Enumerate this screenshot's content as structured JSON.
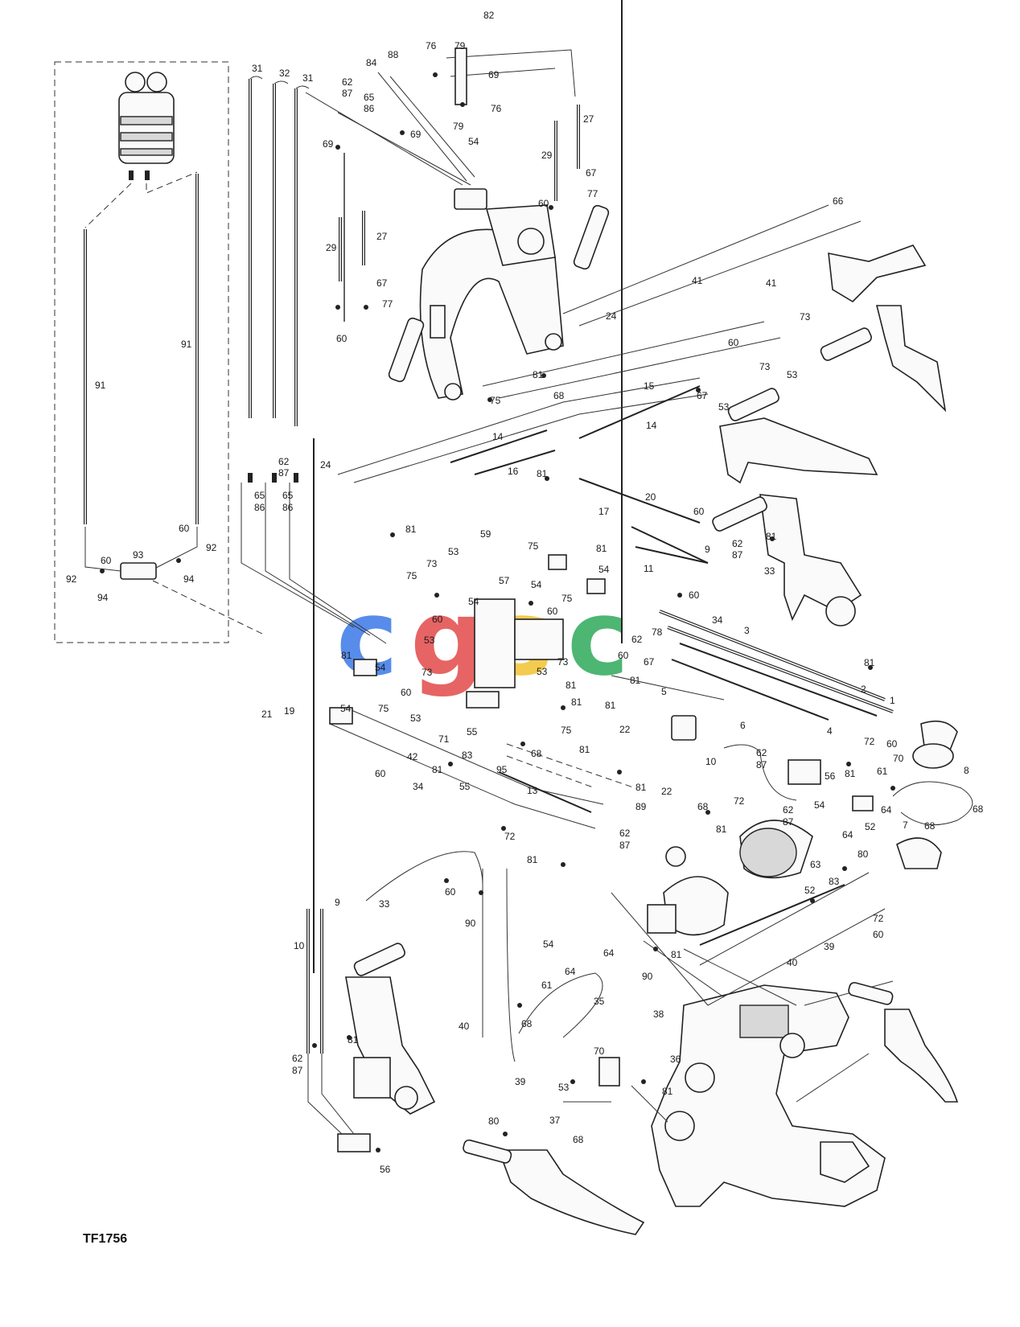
{
  "figure_id": "TF1756",
  "watermark": {
    "letters": [
      "c",
      "g",
      "s",
      "c"
    ],
    "colors": [
      "#3b78e7",
      "#e24a4a",
      "#f2c230",
      "#2faa5a"
    ]
  },
  "callouts": [
    {
      "id": "c82",
      "text": "82"
    },
    {
      "id": "c76a",
      "text": "76"
    },
    {
      "id": "c79a",
      "text": "79"
    },
    {
      "id": "c84",
      "text": "84"
    },
    {
      "id": "c88",
      "text": "88"
    },
    {
      "id": "c69a",
      "text": "69"
    },
    {
      "id": "c76b",
      "text": "76"
    },
    {
      "id": "c79b",
      "text": "79"
    },
    {
      "id": "c31a",
      "text": "31"
    },
    {
      "id": "c32",
      "text": "32"
    },
    {
      "id": "c31b",
      "text": "31"
    },
    {
      "id": "c62a",
      "text": "62"
    },
    {
      "id": "c87a",
      "text": "87"
    },
    {
      "id": "c65a",
      "text": "65"
    },
    {
      "id": "c86a",
      "text": "86"
    },
    {
      "id": "c69b",
      "text": "69"
    },
    {
      "id": "c69c",
      "text": "69"
    },
    {
      "id": "c54a",
      "text": "54"
    },
    {
      "id": "c27a",
      "text": "27"
    },
    {
      "id": "c29a",
      "text": "29"
    },
    {
      "id": "c67a",
      "text": "67"
    },
    {
      "id": "c77a",
      "text": "77"
    },
    {
      "id": "c60a",
      "text": "60"
    },
    {
      "id": "c29b",
      "text": "29"
    },
    {
      "id": "c27b",
      "text": "27"
    },
    {
      "id": "c67b",
      "text": "67"
    },
    {
      "id": "c77b",
      "text": "77"
    },
    {
      "id": "c60b",
      "text": "60"
    },
    {
      "id": "c66",
      "text": "66"
    },
    {
      "id": "c41a",
      "text": "41"
    },
    {
      "id": "c41b",
      "text": "41"
    },
    {
      "id": "c24a",
      "text": "24"
    },
    {
      "id": "c73a",
      "text": "73"
    },
    {
      "id": "c60c",
      "text": "60"
    },
    {
      "id": "c73b",
      "text": "73"
    },
    {
      "id": "c53a",
      "text": "53"
    },
    {
      "id": "c81a",
      "text": "81"
    },
    {
      "id": "c75a",
      "text": "75"
    },
    {
      "id": "c68a",
      "text": "68"
    },
    {
      "id": "c15",
      "text": "15"
    },
    {
      "id": "c67c",
      "text": "67"
    },
    {
      "id": "c53b",
      "text": "53"
    },
    {
      "id": "c14a",
      "text": "14"
    },
    {
      "id": "c14b",
      "text": "14"
    },
    {
      "id": "c16",
      "text": "16"
    },
    {
      "id": "c24b",
      "text": "24"
    },
    {
      "id": "c81b",
      "text": "81"
    },
    {
      "id": "c20",
      "text": "20"
    },
    {
      "id": "c17",
      "text": "17"
    },
    {
      "id": "c60d",
      "text": "60"
    },
    {
      "id": "c9a",
      "text": "9"
    },
    {
      "id": "c62b",
      "text": "62"
    },
    {
      "id": "c87b",
      "text": "87"
    },
    {
      "id": "c11",
      "text": "11"
    },
    {
      "id": "c81c",
      "text": "81"
    },
    {
      "id": "c33a",
      "text": "33"
    },
    {
      "id": "c91a",
      "text": "91"
    },
    {
      "id": "c91b",
      "text": "91"
    },
    {
      "id": "c60e",
      "text": "60"
    },
    {
      "id": "c92a",
      "text": "92"
    },
    {
      "id": "c93",
      "text": "93"
    },
    {
      "id": "c60f",
      "text": "60"
    },
    {
      "id": "c92b",
      "text": "92"
    },
    {
      "id": "c94a",
      "text": "94"
    },
    {
      "id": "c94b",
      "text": "94"
    },
    {
      "id": "c65b",
      "text": "65"
    },
    {
      "id": "c86b",
      "text": "86"
    },
    {
      "id": "c62c",
      "text": "62"
    },
    {
      "id": "c87c",
      "text": "87"
    },
    {
      "id": "c65c",
      "text": "65"
    },
    {
      "id": "c86c",
      "text": "86"
    },
    {
      "id": "c81d",
      "text": "81"
    },
    {
      "id": "c59",
      "text": "59"
    },
    {
      "id": "c75b",
      "text": "75"
    },
    {
      "id": "c81e",
      "text": "81"
    },
    {
      "id": "c53c",
      "text": "53"
    },
    {
      "id": "c73c",
      "text": "73"
    },
    {
      "id": "c75c",
      "text": "75"
    },
    {
      "id": "c57",
      "text": "57"
    },
    {
      "id": "c54b",
      "text": "54"
    },
    {
      "id": "c54c",
      "text": "54"
    },
    {
      "id": "c75d",
      "text": "75"
    },
    {
      "id": "c54d",
      "text": "54"
    },
    {
      "id": "c60g",
      "text": "60"
    },
    {
      "id": "c60h",
      "text": "60"
    },
    {
      "id": "c60i",
      "text": "60"
    },
    {
      "id": "c34a",
      "text": "34"
    },
    {
      "id": "c3",
      "text": "3"
    },
    {
      "id": "c62d",
      "text": "62"
    },
    {
      "id": "c78",
      "text": "78"
    },
    {
      "id": "c81f",
      "text": "81"
    },
    {
      "id": "c53d",
      "text": "53"
    },
    {
      "id": "c73d",
      "text": "73"
    },
    {
      "id": "c53e",
      "text": "53"
    },
    {
      "id": "c81g",
      "text": "81"
    },
    {
      "id": "c54e",
      "text": "54"
    },
    {
      "id": "c73e",
      "text": "73"
    },
    {
      "id": "c60j",
      "text": "60"
    },
    {
      "id": "c67d",
      "text": "67"
    },
    {
      "id": "c81h",
      "text": "81"
    },
    {
      "id": "c5",
      "text": "5"
    },
    {
      "id": "c81i",
      "text": "81"
    },
    {
      "id": "c2",
      "text": "2"
    },
    {
      "id": "c1",
      "text": "1"
    },
    {
      "id": "c81j",
      "text": "81"
    },
    {
      "id": "c60k",
      "text": "60"
    },
    {
      "id": "c54f",
      "text": "54"
    },
    {
      "id": "c75e",
      "text": "75"
    },
    {
      "id": "c53f",
      "text": "53"
    },
    {
      "id": "c81k",
      "text": "81"
    },
    {
      "id": "c75f",
      "text": "75"
    },
    {
      "id": "c22a",
      "text": "22"
    },
    {
      "id": "c6",
      "text": "6"
    },
    {
      "id": "c4",
      "text": "4"
    },
    {
      "id": "c72a",
      "text": "72"
    },
    {
      "id": "c60l",
      "text": "60"
    },
    {
      "id": "c21",
      "text": "21"
    },
    {
      "id": "c19",
      "text": "19"
    },
    {
      "id": "c71",
      "text": "71"
    },
    {
      "id": "c55a",
      "text": "55"
    },
    {
      "id": "c83a",
      "text": "83"
    },
    {
      "id": "c95",
      "text": "95"
    },
    {
      "id": "c68b",
      "text": "68"
    },
    {
      "id": "c81l",
      "text": "81"
    },
    {
      "id": "c10a",
      "text": "10"
    },
    {
      "id": "c62e",
      "text": "62"
    },
    {
      "id": "c87d",
      "text": "87"
    },
    {
      "id": "c70a",
      "text": "70"
    },
    {
      "id": "c8",
      "text": "8"
    },
    {
      "id": "c61a",
      "text": "61"
    },
    {
      "id": "c60m",
      "text": "60"
    },
    {
      "id": "c42",
      "text": "42"
    },
    {
      "id": "c81m",
      "text": "81"
    },
    {
      "id": "c34b",
      "text": "34"
    },
    {
      "id": "c55b",
      "text": "55"
    },
    {
      "id": "c13",
      "text": "13"
    },
    {
      "id": "c81n",
      "text": "81"
    },
    {
      "id": "c89",
      "text": "89"
    },
    {
      "id": "c22b",
      "text": "22"
    },
    {
      "id": "c72b",
      "text": "72"
    },
    {
      "id": "c68c",
      "text": "68"
    },
    {
      "id": "c81o",
      "text": "81"
    },
    {
      "id": "c56a",
      "text": "56"
    },
    {
      "id": "c54g",
      "text": "54"
    },
    {
      "id": "c81p",
      "text": "81"
    },
    {
      "id": "c64a",
      "text": "64"
    },
    {
      "id": "c68d",
      "text": "68"
    },
    {
      "id": "c62f",
      "text": "62"
    },
    {
      "id": "c87e",
      "text": "87"
    },
    {
      "id": "c52a",
      "text": "52"
    },
    {
      "id": "c7",
      "text": "7"
    },
    {
      "id": "c68e",
      "text": "68"
    },
    {
      "id": "c64b",
      "text": "64"
    },
    {
      "id": "c80a",
      "text": "80"
    },
    {
      "id": "c72c",
      "text": "72"
    },
    {
      "id": "c62g",
      "text": "62"
    },
    {
      "id": "c87f",
      "text": "87"
    },
    {
      "id": "c81q",
      "text": "81"
    },
    {
      "id": "c63",
      "text": "63"
    },
    {
      "id": "c83b",
      "text": "83"
    },
    {
      "id": "c60n",
      "text": "60"
    },
    {
      "id": "c33b",
      "text": "33"
    },
    {
      "id": "c9b",
      "text": "9"
    },
    {
      "id": "c52b",
      "text": "52"
    },
    {
      "id": "c72d",
      "text": "72"
    },
    {
      "id": "c60o",
      "text": "60"
    },
    {
      "id": "c10b",
      "text": "10"
    },
    {
      "id": "c90a",
      "text": "90"
    },
    {
      "id": "c54h",
      "text": "54"
    },
    {
      "id": "c64c",
      "text": "64"
    },
    {
      "id": "c64d",
      "text": "64"
    },
    {
      "id": "c81r",
      "text": "81"
    },
    {
      "id": "c39a",
      "text": "39"
    },
    {
      "id": "c40a",
      "text": "40"
    },
    {
      "id": "c61b",
      "text": "61"
    },
    {
      "id": "c90b",
      "text": "90"
    },
    {
      "id": "c35",
      "text": "35"
    },
    {
      "id": "c38",
      "text": "38"
    },
    {
      "id": "c68f",
      "text": "68"
    },
    {
      "id": "c40b",
      "text": "40"
    },
    {
      "id": "c81s",
      "text": "81"
    },
    {
      "id": "c70b",
      "text": "70"
    },
    {
      "id": "c36",
      "text": "36"
    },
    {
      "id": "c53g",
      "text": "53"
    },
    {
      "id": "c81t",
      "text": "81"
    },
    {
      "id": "c39b",
      "text": "39"
    },
    {
      "id": "c62h",
      "text": "62"
    },
    {
      "id": "c87g",
      "text": "87"
    },
    {
      "id": "c80b",
      "text": "80"
    },
    {
      "id": "c37",
      "text": "37"
    },
    {
      "id": "c68g",
      "text": "68"
    },
    {
      "id": "c56b",
      "text": "56"
    }
  ]
}
